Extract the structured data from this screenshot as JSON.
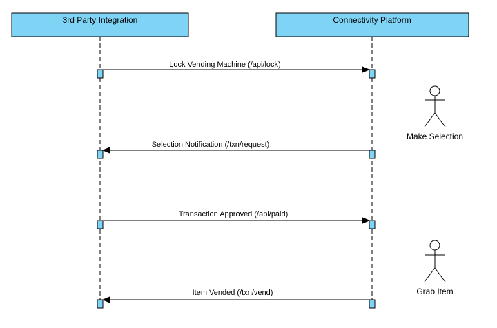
{
  "participants": {
    "integration": {
      "label": "3rd Party Integration"
    },
    "platform": {
      "label": "Connectivity Platform"
    }
  },
  "messages": [
    {
      "label": "Lock Vending Machine (/api/lock)",
      "from": "integration",
      "to": "platform"
    },
    {
      "label": "Selection Notification (/txn/request)",
      "from": "platform",
      "to": "integration"
    },
    {
      "label": "Transaction Approved (/api/paid)",
      "from": "integration",
      "to": "platform"
    },
    {
      "label": "Item Vended (/txn/vend)",
      "from": "platform",
      "to": "integration"
    }
  ],
  "actors": [
    {
      "label": "Make Selection"
    },
    {
      "label": "Grab Item"
    }
  ],
  "colors": {
    "participant_fill": "#7fd3f5",
    "activation_fill": "#7fd3f5",
    "line": "#000000"
  }
}
